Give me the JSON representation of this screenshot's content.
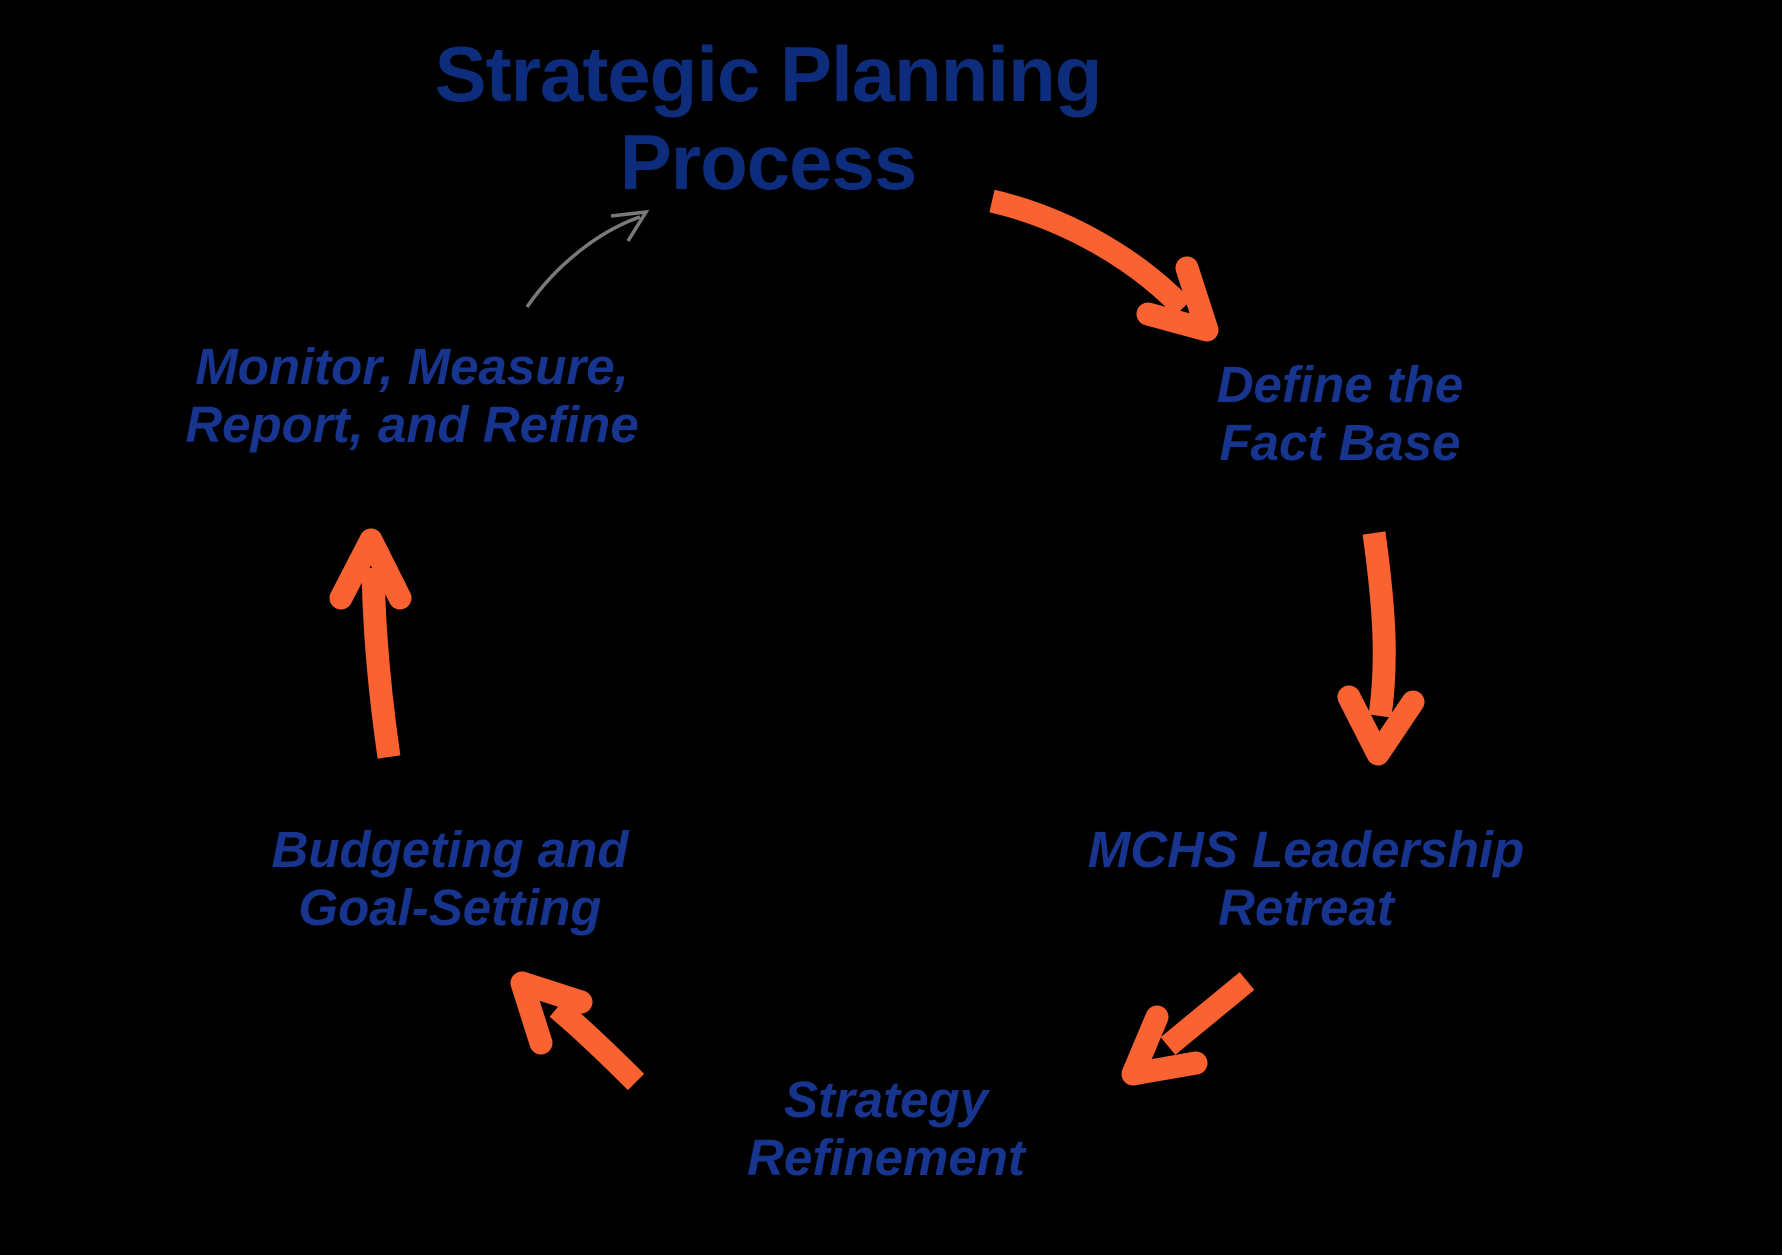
{
  "diagram": {
    "title": {
      "line1": "Strategic Planning",
      "line2": "Process"
    },
    "stages": [
      {
        "id": "define-fact-base",
        "line1": "Define the",
        "line2": "Fact Base"
      },
      {
        "id": "mchs-leadership-retreat",
        "line1": "MCHS Leadership",
        "line2": "Retreat"
      },
      {
        "id": "strategy-refinement",
        "line1": "Strategy",
        "line2": "Refinement"
      },
      {
        "id": "budgeting-goal-setting",
        "line1": "Budgeting and",
        "line2": "Goal-Setting"
      },
      {
        "id": "monitor-measure-report-refine",
        "line1": "Monitor, Measure,",
        "line2": "Report, and Refine"
      }
    ],
    "flow": [
      "title to Define the Fact Base",
      "Define the Fact Base to MCHS Leadership Retreat",
      "MCHS Leadership Retreat to Strategy Refinement",
      "Strategy Refinement to Budgeting and Goal-Setting",
      "Budgeting and Goal-Setting to Monitor, Measure, Report, and Refine",
      "Monitor, Measure, Report, and Refine back to title (thin gray arrow)"
    ]
  },
  "colors": {
    "bg": "#000000",
    "title_blue": "#0d2c7c",
    "label_blue": "#17348f",
    "arrow_orange": "#fa6232",
    "arrow_gray": "#7a7a7a"
  }
}
